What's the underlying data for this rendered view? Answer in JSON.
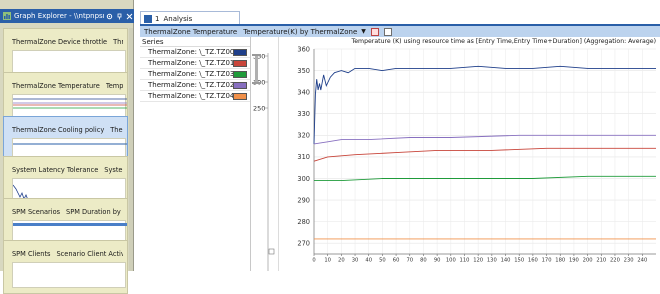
{
  "graph_explorer": {
    "title": "Graph Explorer - \\\\ntpnpsn\\sc...",
    "items": [
      {
        "name": "ThermalZone Device throttle",
        "sub": "Thrott..."
      },
      {
        "name": "ThermalZone Temperature",
        "sub": "Temper..."
      },
      {
        "name": "ThermalZone Cooling policy",
        "sub": "Therm..."
      },
      {
        "name": "System Latency Tolerance",
        "sub": "System L..."
      },
      {
        "name": "SPM Scenarios",
        "sub": "SPM Duration by Stat..."
      },
      {
        "name": "SPM Clients",
        "sub": "Scenario Client Activity"
      }
    ]
  },
  "analysis": {
    "tab_number": "1",
    "tab_label": "Analysis",
    "graph_header": {
      "graph_name": "ThermalZone Temperature",
      "preset": "Temperature(K) by ThermalZone",
      "dropdown_glyph": "▼"
    },
    "series_header": "Series",
    "series": [
      {
        "name": "ThermalZone: \\_TZ.TZ00",
        "color": "#1f3f8a"
      },
      {
        "name": "ThermalZone: \\_TZ.TZ01",
        "color": "#c8453a"
      },
      {
        "name": "ThermalZone: \\_TZ.TZ03",
        "color": "#1f9b3a"
      },
      {
        "name": "ThermalZone: \\_TZ.TZ02",
        "color": "#8870c0"
      },
      {
        "name": "ThermalZone: \\_TZ.TZ04",
        "color": "#f0904a"
      }
    ],
    "zoom_axis": {
      "ticks": [
        350,
        300,
        250
      ],
      "range": [
        250,
        350
      ],
      "range_pos": [
        300,
        350
      ]
    }
  },
  "chart_data": {
    "type": "line",
    "title": "Temperature (K) using resource time as [Entry Time,Entry Time+Duration] (Aggregation: Average)",
    "xlabel": "",
    "ylabel": "",
    "xlim": [
      0,
      250
    ],
    "ylim": [
      265,
      360
    ],
    "x_ticks": [
      0,
      10,
      20,
      30,
      40,
      50,
      60,
      70,
      80,
      90,
      100,
      110,
      120,
      130,
      140,
      150,
      160,
      170,
      180,
      190,
      200,
      210,
      220,
      230,
      240
    ],
    "y_ticks": [
      270,
      280,
      290,
      300,
      310,
      320,
      330,
      340,
      350,
      360
    ],
    "grid": true,
    "series": [
      {
        "color": "#1f3f8a",
        "x": [
          0,
          1,
          2,
          3,
          4,
          5,
          7,
          9,
          12,
          15,
          20,
          25,
          30,
          40,
          50,
          60,
          80,
          100,
          120,
          140,
          160,
          180,
          200,
          220,
          240,
          250
        ],
        "values": [
          316,
          339,
          346,
          341,
          344,
          341,
          348,
          343,
          347,
          349,
          350,
          349,
          351,
          351,
          350,
          351,
          351,
          351,
          352,
          351,
          351,
          352,
          351,
          351,
          351,
          351
        ]
      },
      {
        "color": "#8870c0",
        "x": [
          0,
          10,
          20,
          40,
          70,
          100,
          150,
          200,
          250
        ],
        "values": [
          316,
          317,
          318,
          318,
          319,
          319,
          320,
          320,
          320
        ]
      },
      {
        "color": "#c8453a",
        "x": [
          0,
          10,
          30,
          60,
          90,
          130,
          170,
          210,
          250
        ],
        "values": [
          308,
          310,
          311,
          312,
          313,
          313,
          314,
          314,
          314
        ]
      },
      {
        "color": "#1f9b3a",
        "x": [
          0,
          20,
          50,
          80,
          120,
          160,
          200,
          240,
          250
        ],
        "values": [
          299,
          299,
          300,
          300,
          300,
          300,
          301,
          301,
          301
        ]
      },
      {
        "color": "#f0904a",
        "x": [
          0,
          250
        ],
        "values": [
          272,
          272
        ]
      }
    ]
  }
}
